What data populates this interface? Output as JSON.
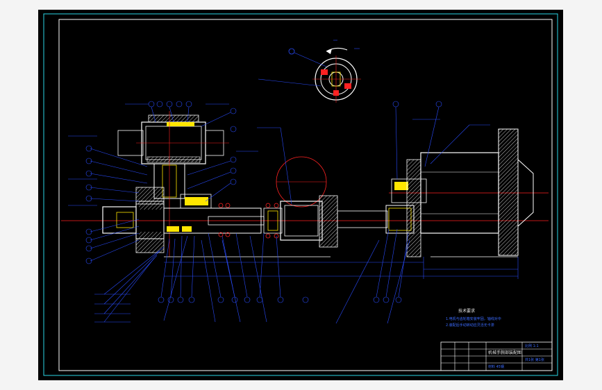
{
  "notes": {
    "heading": "技术要求",
    "line1": "1.电机与齿轮箱安装牢固，轴线对中",
    "line2": "2.装配后手动转动应灵活无卡滞"
  },
  "title_block": {
    "title": "机械手腕部装配图",
    "row2": "比例 1:1",
    "row3": "共1张 第1张",
    "row4": "材料 45钢"
  },
  "colors": {
    "background": "#000000",
    "frame": "#ffffff",
    "cyan_border": "#2ad6e6",
    "part": "#ffffff",
    "leader": "#2a4cff",
    "centerline": "#ff2222",
    "highlight": "#ffe600",
    "dimension": "#2a4cff"
  }
}
